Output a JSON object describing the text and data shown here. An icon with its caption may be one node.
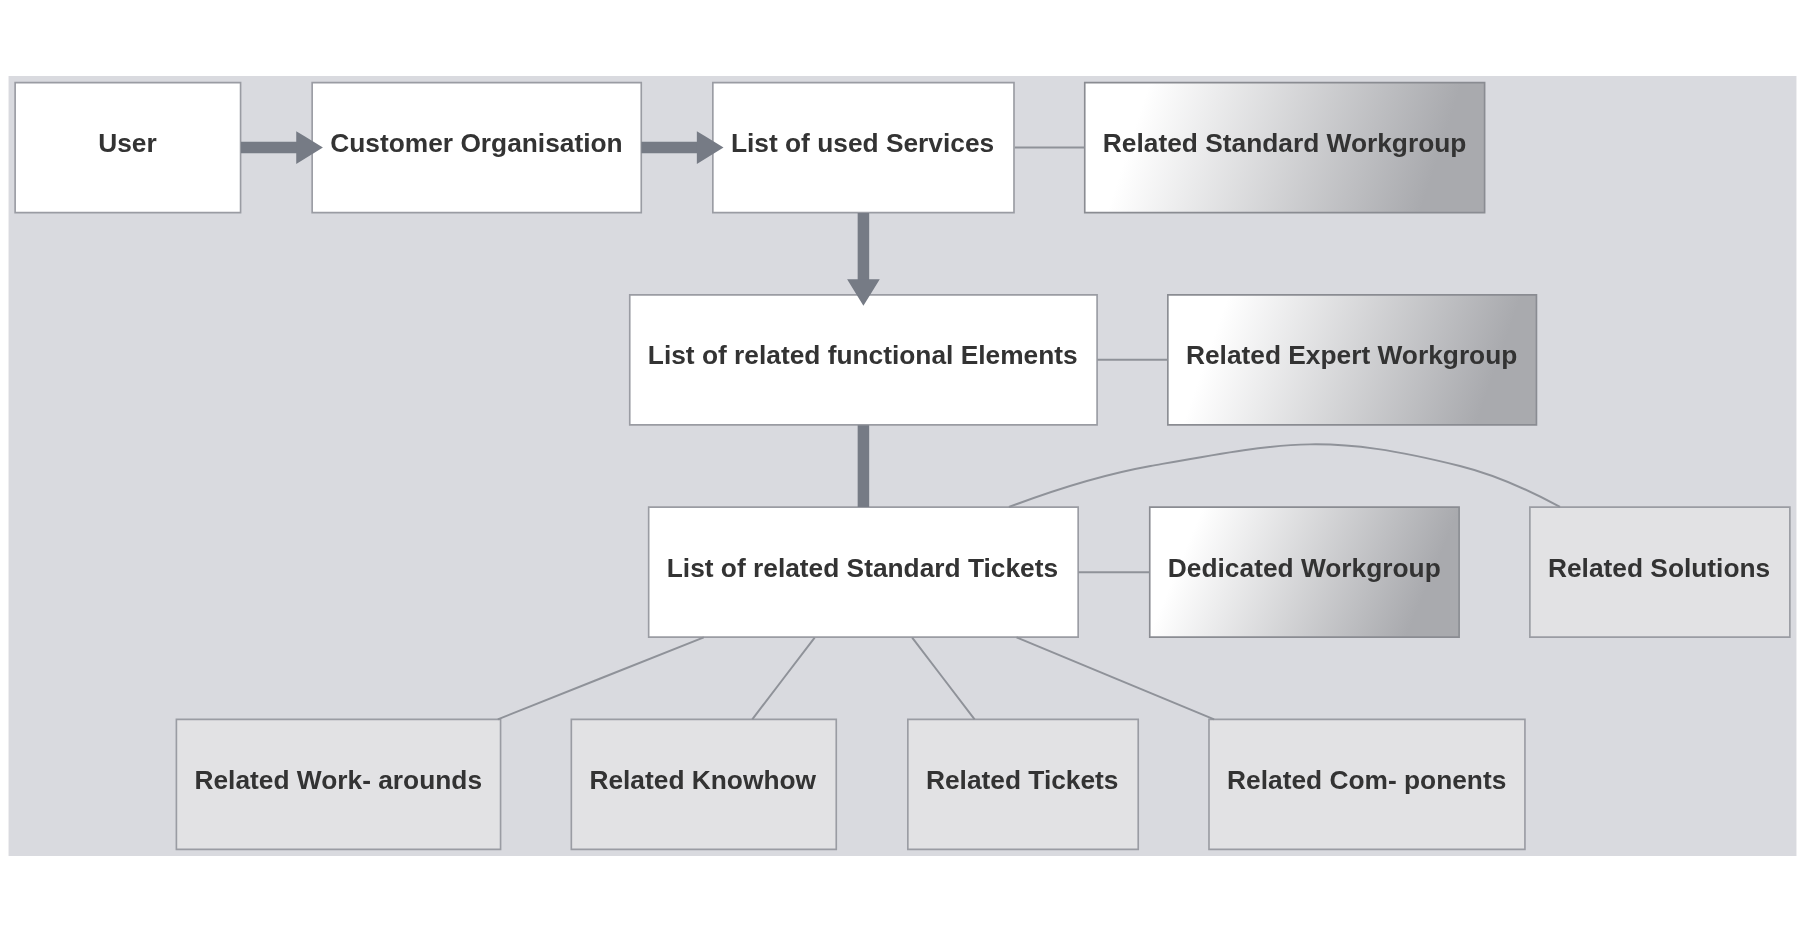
{
  "diagram": {
    "nodes": [
      {
        "text": [
          "User"
        ]
      },
      {
        "text": [
          "Customer Organisation"
        ]
      },
      {
        "text": [
          "List of used Services"
        ]
      },
      {
        "text": [
          "Related Standard Workgroup"
        ]
      },
      {
        "text": [
          "List of related functional Elements"
        ]
      },
      {
        "text": [
          "Related Expert Workgroup"
        ]
      },
      {
        "text": [
          "Related Solutions"
        ]
      },
      {
        "text": [
          "List of related Standard Tickets"
        ]
      },
      {
        "text": [
          "Dedicated Workgroup"
        ]
      },
      {
        "text": [
          "Related Work- arounds"
        ]
      },
      {
        "text": [
          "Related Knowhow"
        ]
      },
      {
        "text": [
          "Related Tickets"
        ]
      },
      {
        "text": [
          "Related Com- ponents"
        ]
      }
    ],
    "edges": [
      {
        "from": 0,
        "to": 1,
        "arrow": "to",
        "style": "thick"
      },
      {
        "from": 1,
        "to": 2,
        "arrow": "to",
        "style": "thick"
      },
      {
        "from": 2,
        "to": 3,
        "arrow": "none"
      },
      {
        "from": 2,
        "to": 4,
        "arrow": "to",
        "style": "thick"
      },
      {
        "from": 4,
        "to": 5,
        "arrow": "none"
      },
      {
        "from": 4,
        "to": 7,
        "arrow": "none",
        "style": "thick"
      },
      {
        "from": 7,
        "to": 6,
        "arrow": "none"
      },
      {
        "from": 7,
        "to": 8,
        "arrow": "none"
      },
      {
        "from": 7,
        "to": 9,
        "arrow": "none"
      },
      {
        "from": 7,
        "to": 10,
        "arrow": "none"
      },
      {
        "from": 7,
        "to": 11,
        "arrow": "none"
      },
      {
        "from": 7,
        "to": 12,
        "arrow": "none"
      }
    ]
  }
}
